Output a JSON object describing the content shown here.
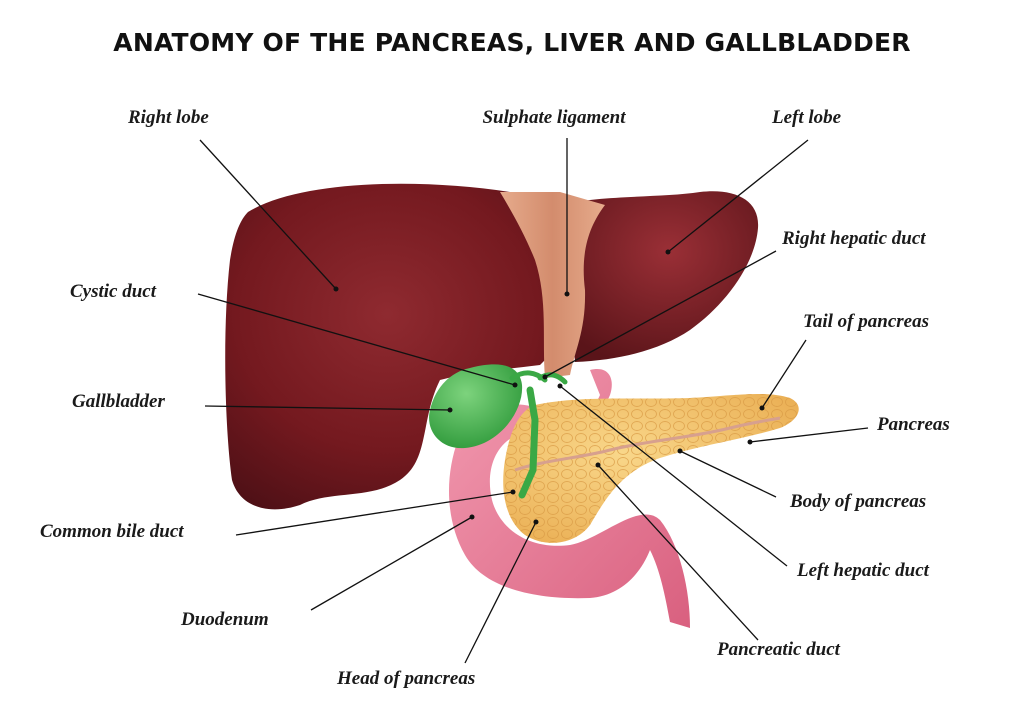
{
  "title": "ANATOMY OF THE PANCREAS, LIVER AND GALLBLADDER",
  "labels": {
    "right_lobe": "Right lobe",
    "sulphate_ligament": "Sulphate ligament",
    "left_lobe": "Left lobe",
    "right_hepatic_duct": "Right hepatic duct",
    "cystic_duct": "Cystic duct",
    "tail_of_pancreas": "Tail of  pancreas",
    "gallbladder": "Gallbladder",
    "pancreas": "Pancreas",
    "body_of_pancreas": "Body of  pancreas",
    "common_bile_duct": "Common bile duct",
    "left_hepatic_duct": "Left hepatic duct",
    "duodenum": "Duodenum",
    "pancreatic_duct": "Pancreatic duct",
    "head_of_pancreas": "Head of pancreas"
  },
  "colors": {
    "liver": "#7a1e24",
    "liver_dark": "#4e1016",
    "gallbladder": "#3fb34a",
    "duodenum": "#e77b97",
    "pancreas": "#f2c26a",
    "ligament": "#d9977a"
  }
}
